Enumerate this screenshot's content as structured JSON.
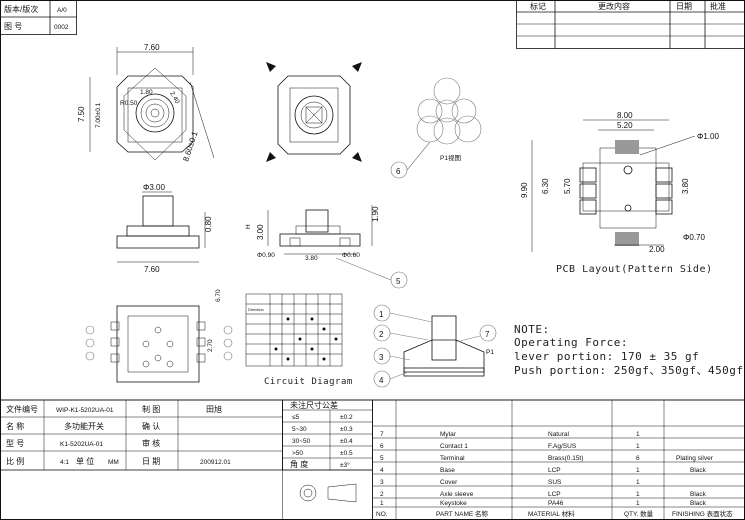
{
  "title_block": {
    "version_label": "版本/版次",
    "version_value": "A/0",
    "drawing_no_label": "图 号",
    "drawing_no_value": "0002"
  },
  "revision_header": {
    "mark": "标记",
    "change": "更改内容",
    "date": "日期",
    "approve": "批准"
  },
  "dimensions": {
    "top_width": "7.60",
    "left_height": "7.50",
    "inner_height": "7.00±0.1",
    "diag": "8.60±0.1",
    "d1": "1.80",
    "r1": "R0.50",
    "d2": "2.40",
    "shaft_dia": "Φ3.00",
    "side_h": "0.80",
    "bottom_width": "7.60",
    "front_h1": "3.00",
    "front_h2": "1.90",
    "pin_dia": "Φ0.90",
    "pin_pitch": "3.80",
    "pin_dia2": "Φ0.60",
    "h_label": "H",
    "bottom_d1": "6.70",
    "bottom_d2": "2.70",
    "pcb_w1": "8.00",
    "pcb_w2": "5.20",
    "pcb_hole": "Φ1.00",
    "pcb_h1": "9.90",
    "pcb_h2": "6.30",
    "pcb_h3": "5.70",
    "pcb_h4": "3.80",
    "pcb_w3": "2.00",
    "pcb_hole2": "Φ0.70"
  },
  "labels": {
    "p1_view": "P1视图",
    "pcb_layout": "PCB Layout(Pattern Side)",
    "circuit_diagram": "Circuit Diagram",
    "direction": "Direction",
    "callout_5": "5",
    "callout_6": "6",
    "callout_1": "1",
    "callout_2": "2",
    "callout_3": "3",
    "callout_4": "4",
    "callout_7": "7",
    "p1": "P1"
  },
  "note": {
    "heading": "NOTE:",
    "line1": "Operating Force:",
    "line2": "lever portion: 170 ± 35 gf",
    "line3": "Push portion: 250gf、350gf、450gf"
  },
  "info_table": {
    "file_no_label": "文件编号",
    "file_no": "WIP-K1-5202UA-01",
    "name_label": "名  称",
    "name": "多功能开关",
    "model_label": "型  号",
    "model": "K1-5202UA-01",
    "scale_label": "比  例",
    "scale": "4:1",
    "unit_label": "单  位",
    "unit": "MM",
    "drawn_label": "制  图",
    "drawn": "田旭",
    "check_label": "确  认",
    "audit_label": "审  核",
    "date_label": "日  期",
    "date": "200912.01"
  },
  "tolerance": {
    "header": "未注尺寸公差",
    "rows": [
      {
        "range": "≤5",
        "tol": "±0.2"
      },
      {
        "range": "5~30",
        "tol": "±0.3"
      },
      {
        "range": "30~50",
        "tol": "±0.4"
      },
      {
        "range": ">50",
        "tol": "±0.5"
      }
    ],
    "angle_label": "角  度",
    "angle": "±3°"
  },
  "parts": {
    "headers": {
      "no": "NO.",
      "name": "PART NAME 名称",
      "material": "MATERIAL 材料",
      "qty": "QTY. 数量",
      "finish": "FINISHING 表面状态"
    },
    "rows": [
      {
        "no": "7",
        "name": "Mylar",
        "material": "Natural",
        "qty": "1",
        "finish": ""
      },
      {
        "no": "6",
        "name": "Contact 1",
        "material": "F.Ag/SUS",
        "qty": "1",
        "finish": ""
      },
      {
        "no": "5",
        "name": "Terminal",
        "material": "Brass(0.15t)",
        "qty": "6",
        "finish": "Plating silver"
      },
      {
        "no": "4",
        "name": "Base",
        "material": "LCP",
        "qty": "1",
        "finish": "Black"
      },
      {
        "no": "3",
        "name": "Cover",
        "material": "SUS",
        "qty": "1",
        "finish": ""
      },
      {
        "no": "2",
        "name": "Axle sleeve",
        "material": "LCP",
        "qty": "1",
        "finish": "Black"
      },
      {
        "no": "1",
        "name": "Keystoke",
        "material": "PA46",
        "qty": "1",
        "finish": "Black"
      }
    ]
  }
}
